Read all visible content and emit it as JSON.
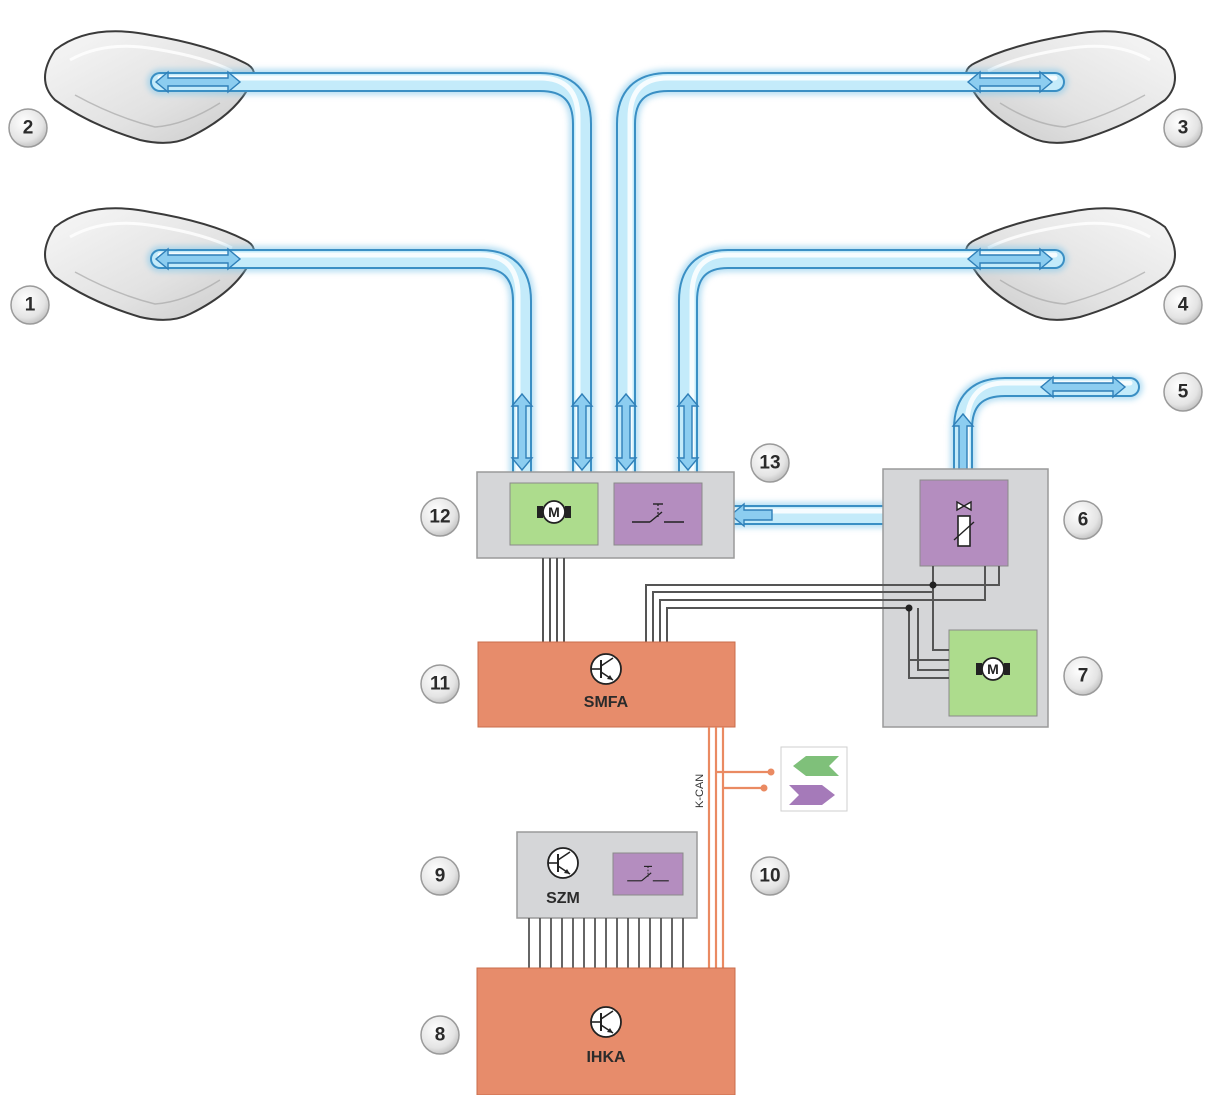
{
  "callouts": {
    "n1": "1",
    "n2": "2",
    "n3": "3",
    "n4": "4",
    "n5": "5",
    "n6": "6",
    "n7": "7",
    "n8": "8",
    "n9": "9",
    "n10": "10",
    "n11": "11",
    "n12": "12",
    "n13": "13"
  },
  "modules": {
    "smfa": "SMFA",
    "szm": "SZM",
    "ihka": "IHKA"
  },
  "bus": {
    "kcan": "K-CAN"
  },
  "motor_symbol": "M",
  "colors": {
    "air_line": "#aee0f4",
    "air_line_edge": "#4aa6d8",
    "ecu_orange": "#e78c6b",
    "housing_grey": "#d5d6d8",
    "valve_purple": "#b48dbf",
    "motor_green": "#addc8d",
    "can_orange": "#ea8a62",
    "wire_grey": "#555555"
  },
  "icons": [
    "air-cushion-icon",
    "motor-icon",
    "pressure-switch-icon",
    "solenoid-valve-icon",
    "transistor-icon",
    "bus-arrows-icon"
  ]
}
